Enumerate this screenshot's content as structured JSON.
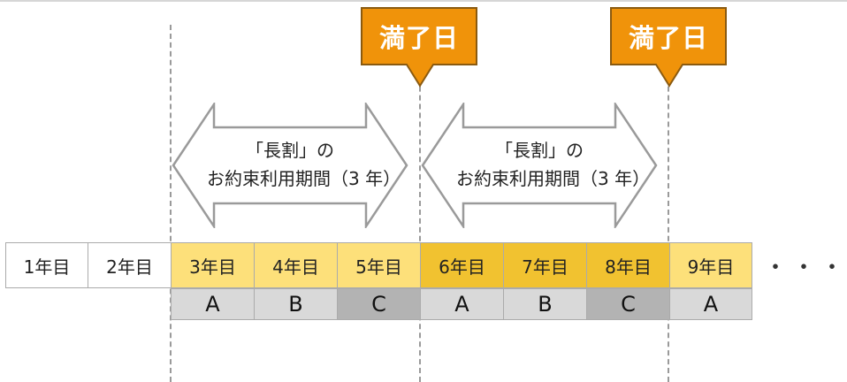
{
  "callouts": [
    "満了日",
    "満了日"
  ],
  "arrows": [
    {
      "line1": "「長割」の",
      "line2": "お約束利用期間（3 年）"
    },
    {
      "line1": "「長割」の",
      "line2": "お約束利用期間（3 年）"
    }
  ],
  "years": [
    "1年目",
    "2年目",
    "3年目",
    "4年目",
    "5年目",
    "6年目",
    "7年目",
    "8年目",
    "9年目"
  ],
  "plan_letters": [
    "A",
    "B",
    "C",
    "A",
    "B",
    "C",
    "A"
  ],
  "continuation": "・・・・",
  "colors": {
    "callout": "#f0930a",
    "callout_border": "#8a5a10",
    "year_plain": "#ffffff",
    "year_period1": "#fde07a",
    "year_period2": "#f1c230",
    "year_next": "#fde07a",
    "letter_light": "#d9d9d9",
    "letter_dark": "#b3b3b3",
    "arrow_fill": "#ffffff",
    "arrow_stroke": "#9a9a9a"
  }
}
